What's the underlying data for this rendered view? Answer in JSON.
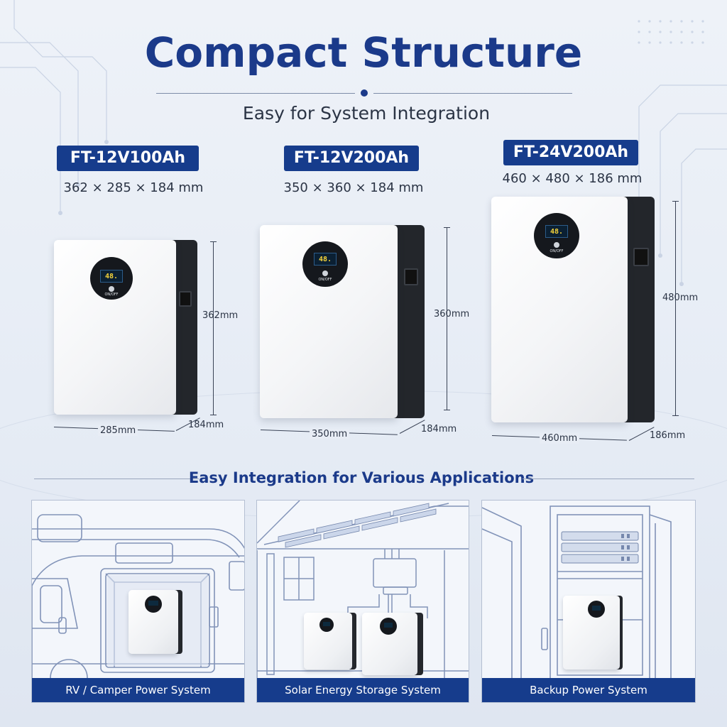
{
  "header": {
    "title": "Compact Structure",
    "subtitle": "Easy for System Integration"
  },
  "models": [
    {
      "name": "FT-12V100Ah",
      "dims": "362 × 285 × 184 mm",
      "height_label": "362mm",
      "width_label": "285mm",
      "depth_label": "184mm"
    },
    {
      "name": "FT-12V200Ah",
      "dims": "350 × 360 × 184 mm",
      "height_label": "360mm",
      "width_label": "350mm",
      "depth_label": "184mm"
    },
    {
      "name": "FT-24V200Ah",
      "dims": "460 × 480 × 186 mm",
      "height_label": "480mm",
      "width_label": "460mm",
      "depth_label": "186mm"
    }
  ],
  "battery_panel": {
    "screen_value": "48.",
    "switch_label": "ON/OFF"
  },
  "applications": {
    "title": "Easy Integration for Various Applications",
    "items": [
      {
        "label": "RV / Camper Power System",
        "illustration": "rv-camper-icon"
      },
      {
        "label": "Solar Energy Storage System",
        "illustration": "solar-house-icon"
      },
      {
        "label": "Backup Power System",
        "illustration": "server-cabinet-icon"
      }
    ]
  },
  "colors": {
    "brand": "#163c8c",
    "title": "#1b3a8a",
    "background": "#e9eef6"
  }
}
